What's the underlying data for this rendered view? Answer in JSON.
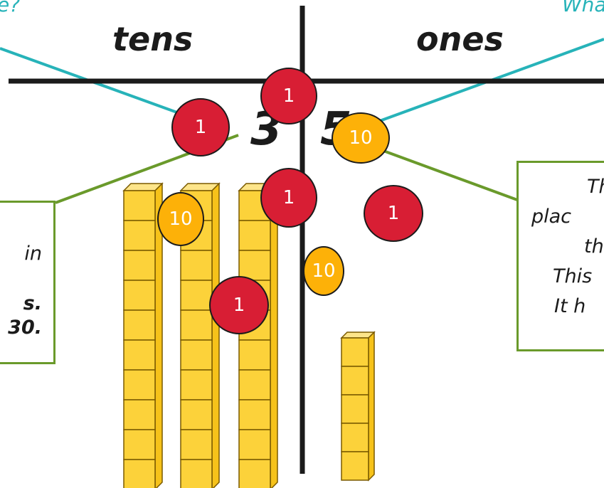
{
  "colors": {
    "question_text": "#27b3b9",
    "box_border": "#6a9a2b",
    "counter_one": "#d81e34",
    "counter_ten": "#fdb108",
    "base_ten_block": "#fcd23a"
  },
  "questions": {
    "left": "e?",
    "right": "Wha"
  },
  "place_value_chart": {
    "tens_heading": "tens",
    "ones_heading": "ones",
    "tens_digit": "3",
    "ones_digit": "5"
  },
  "left_box": {
    "line1": "in",
    "line2": "s.",
    "line3": "30."
  },
  "right_box": {
    "line1": "Th",
    "line2": "plac",
    "line3": "th",
    "line4": "This",
    "line5": "It h"
  },
  "counters": [
    {
      "label": "1",
      "kind": "one"
    },
    {
      "label": "1",
      "kind": "one"
    },
    {
      "label": "10",
      "kind": "ten"
    },
    {
      "label": "10",
      "kind": "ten"
    },
    {
      "label": "1",
      "kind": "one"
    },
    {
      "label": "1",
      "kind": "one"
    },
    {
      "label": "10",
      "kind": "ten"
    },
    {
      "label": "1",
      "kind": "one"
    }
  ],
  "blocks": {
    "tens_rods": 3,
    "ones_cubes": 5
  }
}
